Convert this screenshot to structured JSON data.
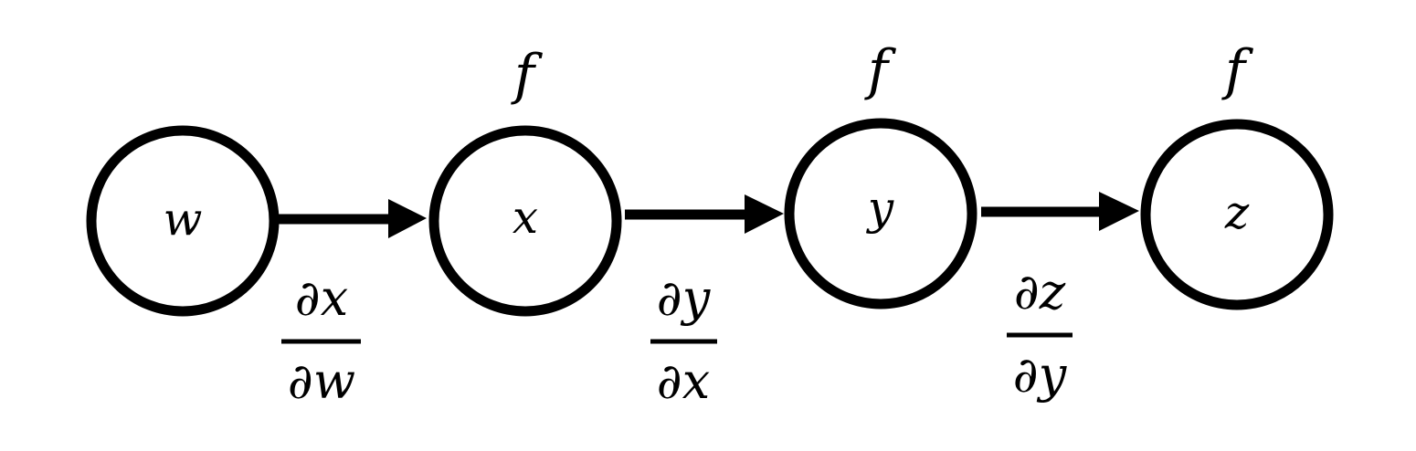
{
  "nodes": [
    {
      "id": "w",
      "label": "w",
      "func": ""
    },
    {
      "id": "x",
      "label": "x",
      "func": "f"
    },
    {
      "id": "y",
      "label": "y",
      "func": "f"
    },
    {
      "id": "z",
      "label": "z",
      "func": "f"
    }
  ],
  "edges": [
    {
      "from": "w",
      "to": "x",
      "numerator": "∂x",
      "denominator": "∂w"
    },
    {
      "from": "x",
      "to": "y",
      "numerator": "∂y",
      "denominator": "∂x"
    },
    {
      "from": "y",
      "to": "z",
      "numerator": "∂z",
      "denominator": "∂y"
    }
  ],
  "colors": {
    "stroke": "#000000",
    "background": "#ffffff"
  }
}
